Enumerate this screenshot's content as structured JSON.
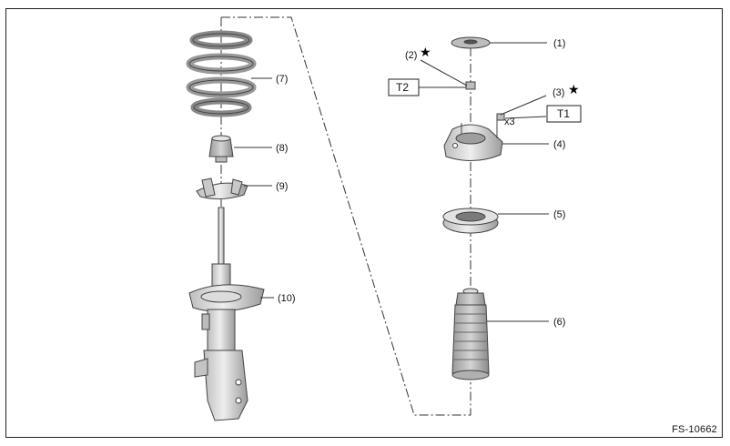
{
  "figure_id": "FS-10662",
  "parts": [
    {
      "key": "p1",
      "label": "(1)"
    },
    {
      "key": "p2",
      "label": "(2)"
    },
    {
      "key": "p3",
      "label": "(3)"
    },
    {
      "key": "p4",
      "label": "(4)"
    },
    {
      "key": "p5",
      "label": "(5)"
    },
    {
      "key": "p6",
      "label": "(6)"
    },
    {
      "key": "p7",
      "label": "(7)"
    },
    {
      "key": "p8",
      "label": "(8)"
    },
    {
      "key": "p9",
      "label": "(9)"
    },
    {
      "key": "p10",
      "label": "(10)"
    }
  ],
  "markers": {
    "star": "★"
  },
  "torque_tags": {
    "t1": "T1",
    "t2": "T2"
  },
  "quantity_note": "x3",
  "colors": {
    "part_fill": "#d9d9d9",
    "part_shade": "#a9a9a9",
    "line": "#333333"
  }
}
